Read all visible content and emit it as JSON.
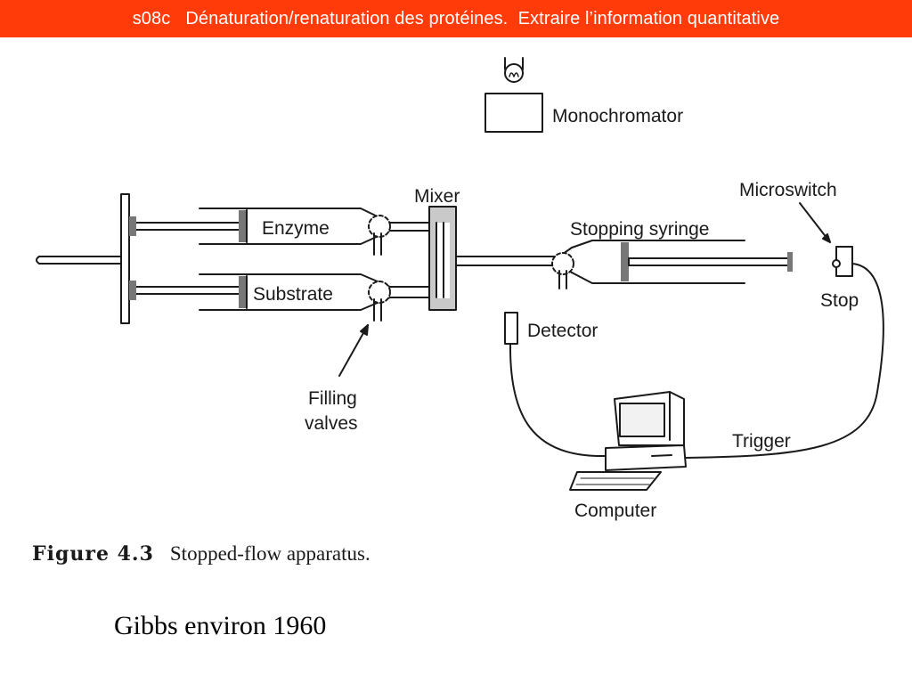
{
  "header": {
    "title": "s08c   Dénaturation/renaturation des protéines.  Extraire l’information quantitative"
  },
  "figure": {
    "labels": {
      "monochromator": "Monochromator",
      "mixer": "Mixer",
      "microswitch": "Microswitch",
      "enzyme": "Enzyme",
      "substrate": "Substrate",
      "stopping_syringe": "Stopping syringe",
      "stop": "Stop",
      "detector": "Detector",
      "filling_valves_line1": "Filling",
      "filling_valves_line2": "valves",
      "trigger": "Trigger",
      "computer": "Computer"
    },
    "caption_number": "Figure 4.3",
    "caption_text": "Stopped-flow apparatus."
  },
  "footer": {
    "note": "Gibbs environ 1960"
  }
}
